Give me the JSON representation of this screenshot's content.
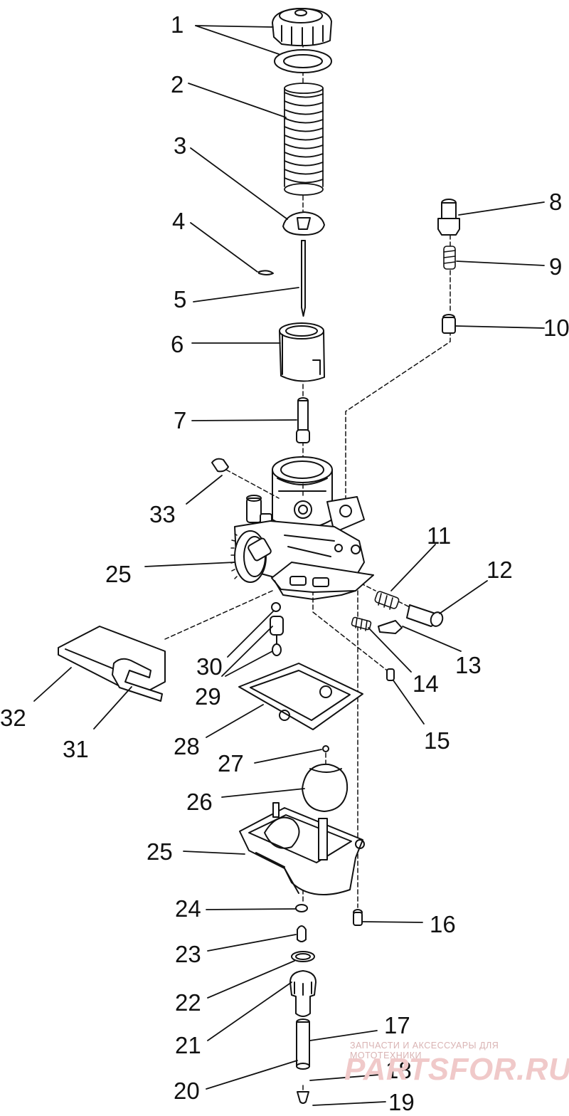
{
  "diagram": {
    "callouts": [
      {
        "id": "1",
        "label": "1"
      },
      {
        "id": "2",
        "label": "2"
      },
      {
        "id": "3",
        "label": "3"
      },
      {
        "id": "4",
        "label": "4"
      },
      {
        "id": "5",
        "label": "5"
      },
      {
        "id": "6",
        "label": "6"
      },
      {
        "id": "7",
        "label": "7"
      },
      {
        "id": "8",
        "label": "8"
      },
      {
        "id": "9",
        "label": "9"
      },
      {
        "id": "10",
        "label": "10"
      },
      {
        "id": "11",
        "label": "11"
      },
      {
        "id": "12",
        "label": "12"
      },
      {
        "id": "13",
        "label": "13"
      },
      {
        "id": "14",
        "label": "14"
      },
      {
        "id": "15",
        "label": "15"
      },
      {
        "id": "16",
        "label": "16"
      },
      {
        "id": "17",
        "label": "17"
      },
      {
        "id": "18",
        "label": "18"
      },
      {
        "id": "19",
        "label": "19"
      },
      {
        "id": "20",
        "label": "20"
      },
      {
        "id": "21",
        "label": "21"
      },
      {
        "id": "22",
        "label": "22"
      },
      {
        "id": "23",
        "label": "23"
      },
      {
        "id": "24",
        "label": "24"
      },
      {
        "id": "25a",
        "label": "25"
      },
      {
        "id": "25b",
        "label": "25"
      },
      {
        "id": "26",
        "label": "26"
      },
      {
        "id": "27",
        "label": "27"
      },
      {
        "id": "28",
        "label": "28"
      },
      {
        "id": "29",
        "label": "29"
      },
      {
        "id": "30",
        "label": "30"
      },
      {
        "id": "31",
        "label": "31"
      },
      {
        "id": "32",
        "label": "32"
      },
      {
        "id": "33",
        "label": "33"
      }
    ]
  },
  "watermark": {
    "tagline": "ЗАПЧАСТИ И АКСЕССУАРЫ ДЛЯ МОТОТЕХНИКИ",
    "brand": "PARTSFOR.RU"
  }
}
